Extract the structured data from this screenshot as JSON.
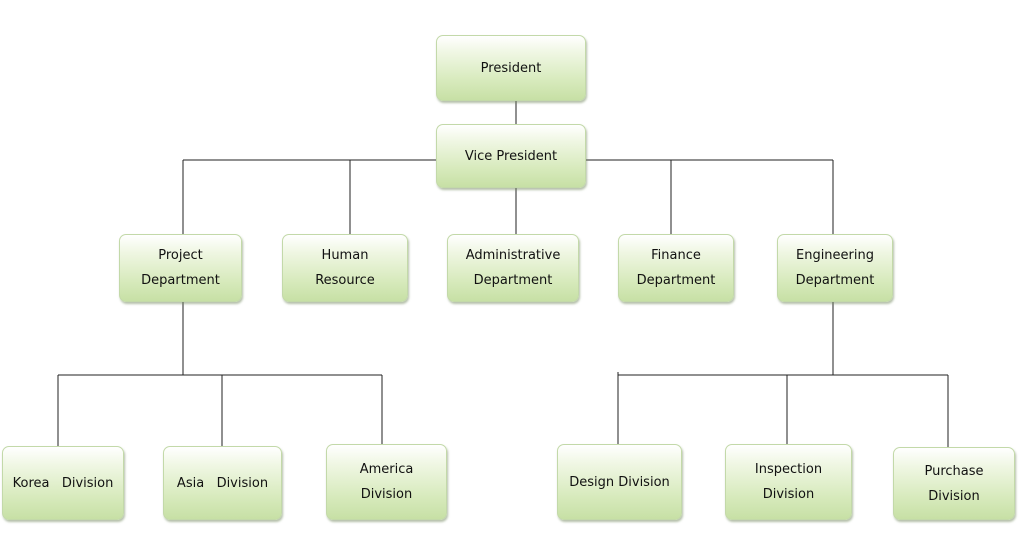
{
  "nodes": {
    "president": {
      "label": "President"
    },
    "vice_president": {
      "label": "Vice President"
    },
    "project_department": {
      "label": "Project\nDepartment"
    },
    "human_resource": {
      "label": "Human\nResource"
    },
    "administrative_department": {
      "label": "Administrative\nDepartment"
    },
    "finance_department": {
      "label": "Finance\nDepartment"
    },
    "engineering_department": {
      "label": "Engineering\nDepartment"
    },
    "korea_division": {
      "label": "Korea   Division"
    },
    "asia_division": {
      "label": "Asia   Division"
    },
    "america_division": {
      "label": "America\nDivision"
    },
    "design_division": {
      "label": "Design Division"
    },
    "inspection_division": {
      "label": "Inspection\nDivision"
    },
    "purchase_division": {
      "label": "Purchase\nDivision"
    }
  },
  "links": [
    [
      "president",
      "vice_president"
    ],
    [
      "vice_president",
      "project_department"
    ],
    [
      "vice_president",
      "human_resource"
    ],
    [
      "vice_president",
      "administrative_department"
    ],
    [
      "vice_president",
      "finance_department"
    ],
    [
      "vice_president",
      "engineering_department"
    ],
    [
      "project_department",
      "korea_division"
    ],
    [
      "project_department",
      "asia_division"
    ],
    [
      "project_department",
      "america_division"
    ],
    [
      "engineering_department",
      "design_division"
    ],
    [
      "engineering_department",
      "inspection_division"
    ],
    [
      "engineering_department",
      "purchase_division"
    ]
  ]
}
